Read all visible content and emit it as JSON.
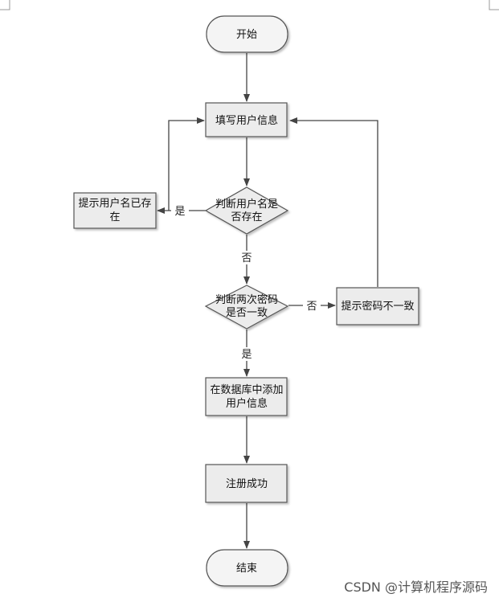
{
  "diagram": {
    "nodes": {
      "start": "开始",
      "fill_info": "填写用户信息",
      "check_user_line1": "判断用户名是",
      "check_user_line2": "否存在",
      "user_exists_line1": "提示用户名已存",
      "user_exists_line2": "在",
      "check_pwd_line1": "判断两次密码",
      "check_pwd_line2": "是否一致",
      "pwd_mismatch": "提示密码不一致",
      "add_db_line1": "在数据库中添加",
      "add_db_line2": "用户信息",
      "register_ok": "注册成功",
      "end": "结束"
    },
    "edges": {
      "user_yes": "是",
      "user_no": "否",
      "pwd_no": "否",
      "pwd_yes": "是"
    }
  },
  "watermark": "CSDN @计算机程序源码",
  "colors": {
    "box_fill": "#ececec",
    "box_stroke": "#555555",
    "terminal_fill": "#f4f4f4",
    "line": "#444444"
  }
}
